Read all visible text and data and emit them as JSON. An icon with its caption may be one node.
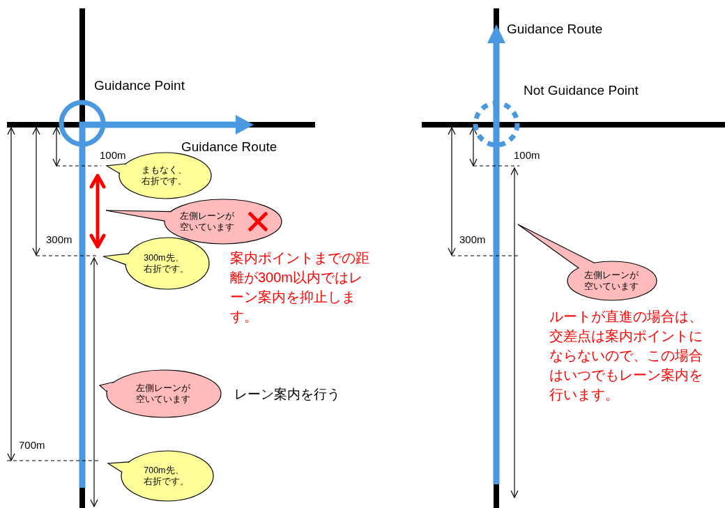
{
  "diagram": {
    "nodes": [
      {
        "text": [
          "Guidance Point"
        ]
      },
      {
        "text": [
          "まもなく、右折です。"
        ]
      },
      {
        "text": [
          "左側レーンが空いています"
        ]
      },
      {
        "text": [
          "300m先、右折です。"
        ]
      },
      {
        "text": [
          "左側レーンが空いています"
        ]
      },
      {
        "text": [
          "700m先、右折です。"
        ]
      },
      {
        "text": [
          "Not Guidance Point"
        ]
      },
      {
        "text": [
          "左側レーンが空いています"
        ]
      }
    ],
    "labels": [
      "Guidance Route",
      "100m",
      "300m",
      "案内ポイントまでの距離が300m以内ではレーン案内を抑止します。",
      "レーン案内を行う",
      "700m",
      "Guidance Route",
      "100m",
      "300m",
      "ルートが直進の場合は、交差点は案内ポイントにならないので、この場合はいつでもレーン案内を行います。"
    ]
  }
}
